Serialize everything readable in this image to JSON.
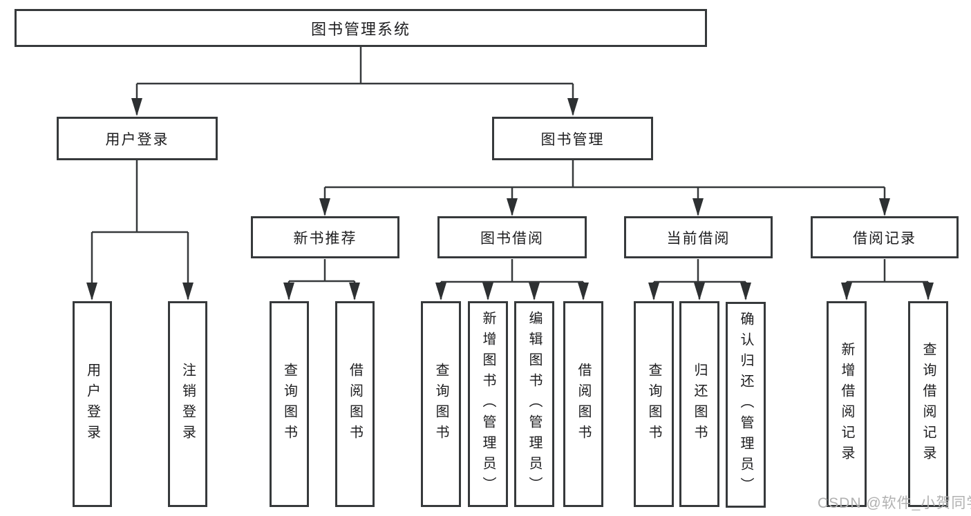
{
  "colors": {
    "line": "#36393b",
    "arrow": "#2d3032",
    "text": "#1d1d1f",
    "background": "#ffffff",
    "watermark_gray": "#b1b1b1"
  },
  "tree": {
    "root": "图书管理系统",
    "branches": [
      {
        "label": "用户登录",
        "children": [
          "用户登录",
          "注销登录"
        ]
      },
      {
        "label": "图书管理",
        "groups": [
          {
            "label": "新书推荐",
            "children": [
              "查询图书",
              "借阅图书"
            ]
          },
          {
            "label": "图书借阅",
            "children": [
              "查询图书",
              "新增图书（管理员）",
              "编辑图书（管理员）",
              "借阅图书"
            ]
          },
          {
            "label": "当前借阅",
            "children": [
              "查询图书",
              "归还图书",
              "确认归还（管理员）"
            ]
          },
          {
            "label": "借阅记录",
            "children": [
              "新增借阅记录",
              "查询借阅记录"
            ]
          }
        ]
      }
    ]
  },
  "watermark": "CSDN @软件_小贺同学"
}
